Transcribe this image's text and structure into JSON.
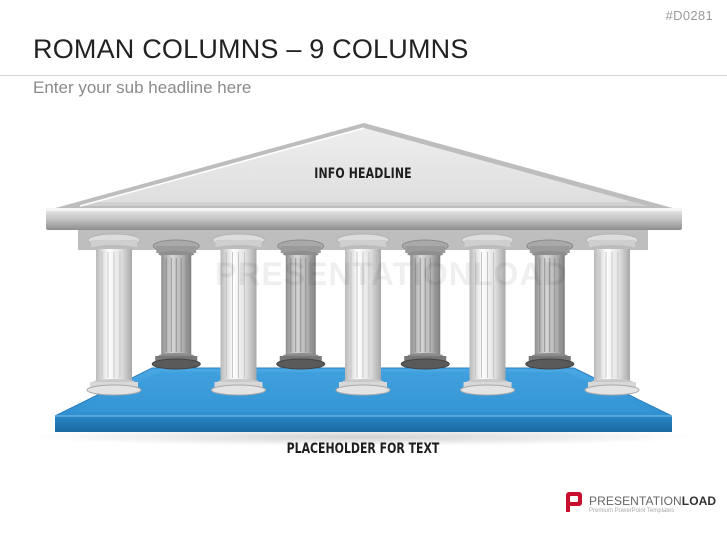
{
  "slide": {
    "id": "#D0281",
    "title": "ROMAN COLUMNS – 9 COLUMNS",
    "subtitle": "Enter your sub headline here"
  },
  "diagram": {
    "roof_label": "INFO HEADLINE",
    "base_label": "PLACEHOLDER FOR TEXT",
    "watermark": "PRESENTATIONLOAD",
    "column_count": 9,
    "colors": {
      "base": "#3a9ad9",
      "base_dark": "#1f74ad",
      "marble": "#e6e6e6",
      "roof": "#dcdcdc"
    }
  },
  "logo": {
    "name_light": "PRESENTATION",
    "name_bold": "LOAD",
    "tagline": "Premium PowerPoint Templates",
    "brand_color": "#c8102e"
  }
}
